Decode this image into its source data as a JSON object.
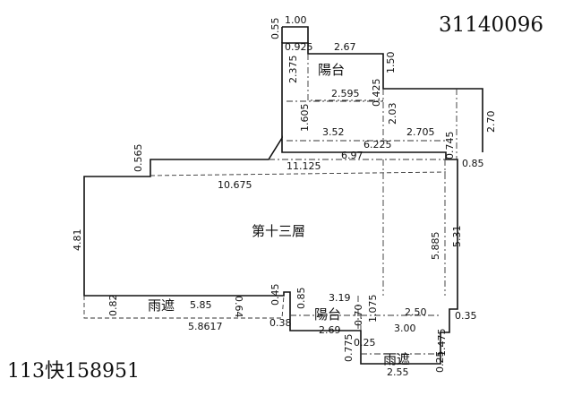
{
  "header": {
    "document_number": "31140096",
    "case_number": "113快158951"
  },
  "rooms": {
    "floor": "第十三層",
    "balcony_top": "陽台",
    "balcony_bottom": "陽台",
    "canopy_left": "雨遮",
    "canopy_bottom": "雨遮"
  },
  "dimensions": {
    "d_1_00": "1.00",
    "d_0_55": "0.55",
    "d_0_925": "0.925",
    "d_2_67": "2.67",
    "d_2_375": "2.375",
    "d_1_50": "1.50",
    "d_2_595": "2.595",
    "d_0_425": "0.425",
    "d_1_605": "1.605",
    "d_2_03": "2.03",
    "d_3_52": "3.52",
    "d_2_705": "2.705",
    "d_2_70": "2.70",
    "d_6_225": "6.225",
    "d_0_745": "0.745",
    "d_6_97": "6.97",
    "d_0_565": "0.565",
    "d_11_125": "11.125",
    "d_0_85_right": "0.85",
    "d_10_675": "10.675",
    "d_4_81": "4.81",
    "d_5_885": "5.885",
    "d_5_31": "5.31",
    "d_0_82": "0.82",
    "d_5_85": "5.85",
    "d_0_64": "0.64",
    "d_0_45": "0.45",
    "d_0_85_mid": "0.85",
    "d_3_19": "3.19",
    "d_1_075": "1.075",
    "d_5_8617": "5.8617",
    "d_0_38": "0.38",
    "d_2_69": "2.69",
    "d_0_70": "0.70",
    "d_2_50": "2.50",
    "d_3_00": "3.00",
    "d_0_35": "0.35",
    "d_1_475": "1.475",
    "d_0_25": "0.25",
    "d_0_775": "0.775",
    "d_2_55": "2.55",
    "d_0_25_b": "0.25"
  }
}
